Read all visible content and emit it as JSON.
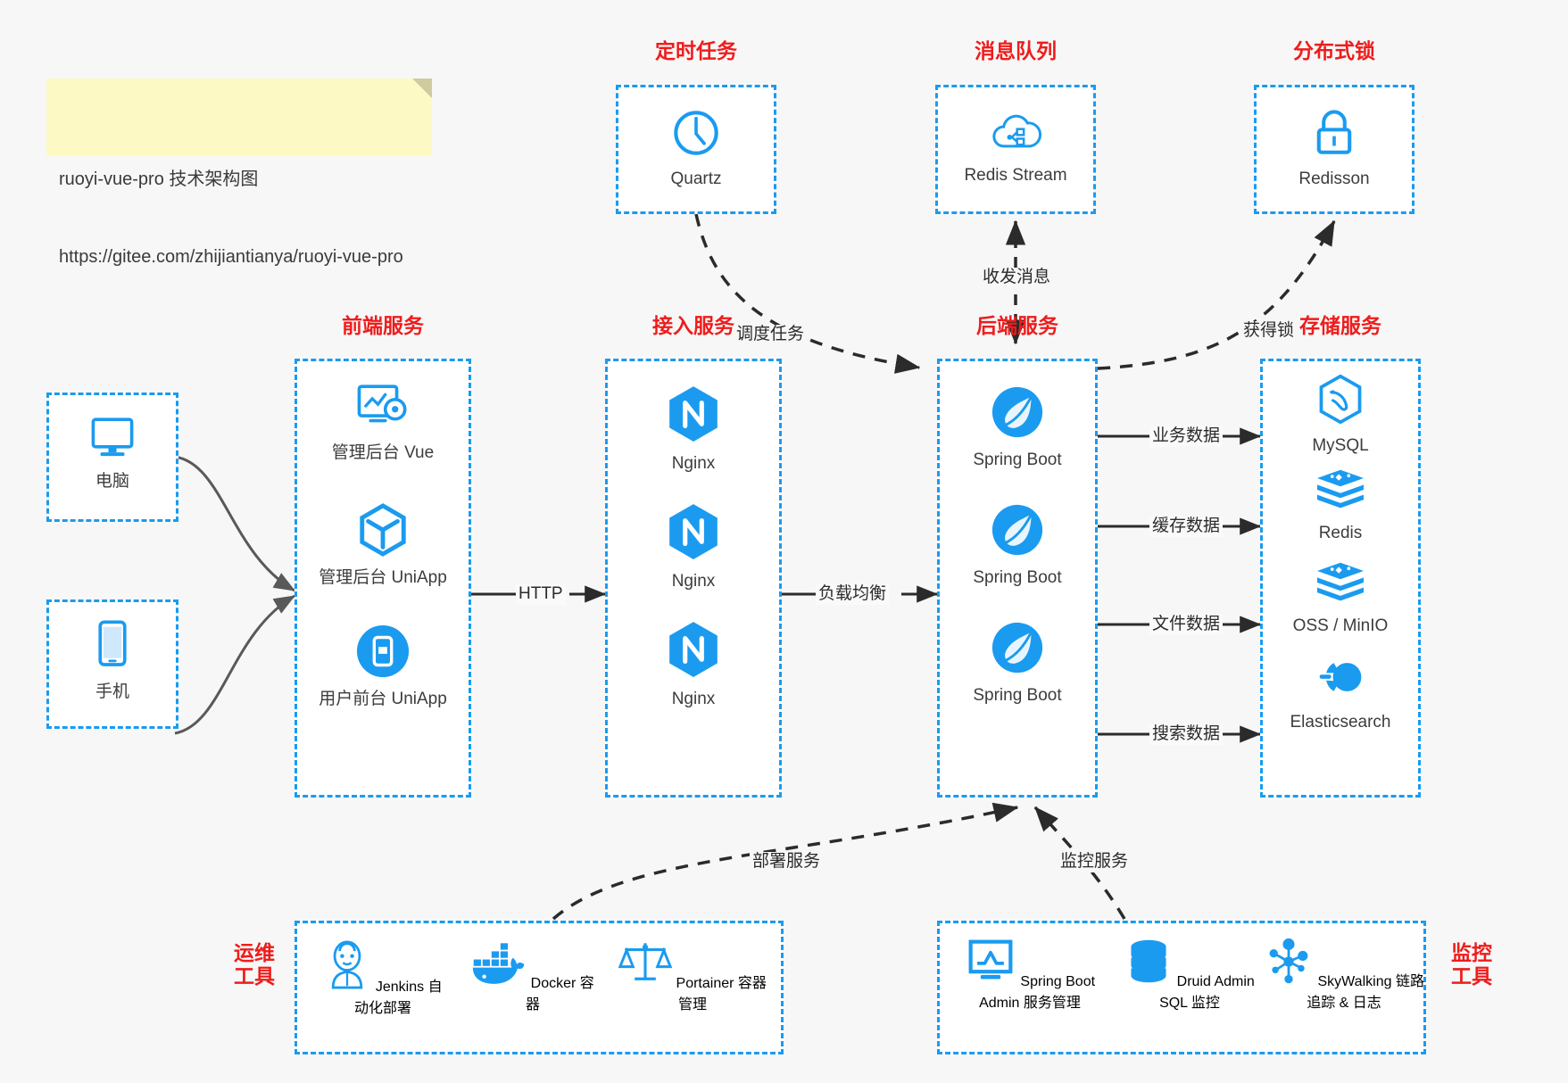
{
  "note": {
    "line1": "ruoyi-vue-pro 技术架构图",
    "line2": "https://gitee.com/zhijiantianya/ruoyi-vue-pro"
  },
  "colors": {
    "accent": "#1a9bf0",
    "group_title": "#ef1c1c",
    "arrow": "#2b2b2b",
    "client_arrow": "#595959",
    "note_bg": "#fdf9c4",
    "page_bg": "#f7f7f7"
  },
  "groups": {
    "scheduler": {
      "title": "定时任务",
      "nodes": [
        {
          "label": "Quartz",
          "icon": "clock-icon"
        }
      ]
    },
    "mq": {
      "title": "消息队列",
      "nodes": [
        {
          "label": "Redis Stream",
          "icon": "cloud-stream-icon"
        }
      ]
    },
    "lock": {
      "title": "分布式锁",
      "nodes": [
        {
          "label": "Redisson",
          "icon": "lock-icon"
        }
      ]
    },
    "clients": {
      "nodes": [
        {
          "label": "电脑",
          "icon": "desktop-icon"
        },
        {
          "label": "手机",
          "icon": "mobile-icon"
        }
      ]
    },
    "frontend": {
      "title": "前端服务",
      "nodes": [
        {
          "label": "管理后台 Vue",
          "icon": "dashboard-gear-icon"
        },
        {
          "label": "管理后台 UniApp",
          "icon": "cube-icon"
        },
        {
          "label": "用户前台 UniApp",
          "icon": "mobile-round-icon"
        }
      ]
    },
    "gateway": {
      "title": "接入服务",
      "nodes": [
        {
          "label": "Nginx",
          "icon": "nginx-icon"
        },
        {
          "label": "Nginx",
          "icon": "nginx-icon"
        },
        {
          "label": "Nginx",
          "icon": "nginx-icon"
        }
      ]
    },
    "backend": {
      "title": "后端服务",
      "nodes": [
        {
          "label": "Spring Boot",
          "icon": "spring-boot-icon"
        },
        {
          "label": "Spring Boot",
          "icon": "spring-boot-icon"
        },
        {
          "label": "Spring Boot",
          "icon": "spring-boot-icon"
        }
      ]
    },
    "storage": {
      "title": "存储服务",
      "nodes": [
        {
          "label": "MySQL",
          "icon": "mysql-icon"
        },
        {
          "label": "Redis",
          "icon": "redis-icon"
        },
        {
          "label": "OSS / MinIO",
          "icon": "oss-minio-icon"
        },
        {
          "label": "Elasticsearch",
          "icon": "elasticsearch-icon"
        }
      ]
    },
    "devops": {
      "title_line1": "运维",
      "title_line2": "工具",
      "nodes": [
        {
          "label": "Jenkins",
          "sub": "自动化部署",
          "icon": "jenkins-icon"
        },
        {
          "label": "Docker",
          "sub": "容器",
          "icon": "docker-icon"
        },
        {
          "label": "Portainer",
          "sub": "容器管理",
          "icon": "scales-icon"
        }
      ]
    },
    "monitor": {
      "title_line1": "监控",
      "title_line2": "工具",
      "nodes": [
        {
          "label": "Spring Boot Admin",
          "sub": "服务管理",
          "icon": "monitor-chart-icon"
        },
        {
          "label": "Druid Admin",
          "sub": "SQL 监控",
          "icon": "database-icon"
        },
        {
          "label": "SkyWalking",
          "sub": "链路追踪 & 日志",
          "icon": "skywalking-icon"
        }
      ]
    }
  },
  "edges": [
    {
      "id": "http",
      "label": "HTTP"
    },
    {
      "id": "lb",
      "label": "负载均衡"
    },
    {
      "id": "schedule",
      "label": "调度任务"
    },
    {
      "id": "mq-msg",
      "label": "收发消息"
    },
    {
      "id": "get-lock",
      "label": "获得锁"
    },
    {
      "id": "biz-data",
      "label": "业务数据"
    },
    {
      "id": "cache-data",
      "label": "缓存数据"
    },
    {
      "id": "file-data",
      "label": "文件数据"
    },
    {
      "id": "search-data",
      "label": "搜索数据"
    },
    {
      "id": "deploy",
      "label": "部署服务"
    },
    {
      "id": "monitor",
      "label": "监控服务"
    }
  ]
}
